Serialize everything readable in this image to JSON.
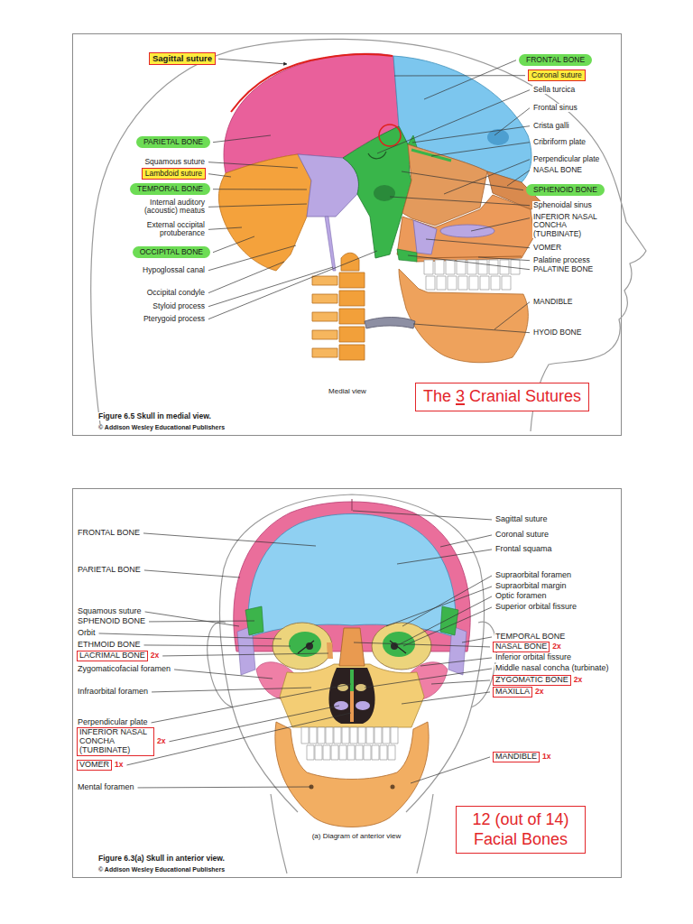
{
  "diagram": {
    "nodes": [
      {
        "text": [
          "Sagittal suture"
        ]
      },
      {
        "text": [
          "FRONTAL BONE"
        ]
      },
      {
        "text": [
          "Coronal suture"
        ]
      },
      {
        "text": [
          "PARIETAL BONE"
        ]
      },
      {
        "text": [
          "Lambdoid suture"
        ]
      },
      {
        "text": [
          "TEMPORAL BONE"
        ]
      },
      {
        "text": [
          "SPHENOID BONE"
        ]
      },
      {
        "text": [
          "OCCIPITAL BONE"
        ]
      },
      {
        "text": [
          "The 3 Cranial Sutures"
        ]
      },
      {
        "text": [
          "LACRIMAL BONE"
        ]
      },
      {
        "text": [
          "NASAL BONE"
        ]
      },
      {
        "text": [
          "ZYGOMATIC BONE"
        ]
      },
      {
        "text": [
          "MAXILLA"
        ]
      },
      {
        "text": [
          "INFERIOR NASAL CONCHA (TURBINATE)"
        ]
      },
      {
        "text": [
          "VOMER"
        ]
      },
      {
        "text": [
          "MANDIBLE"
        ]
      },
      {
        "text": [
          "12 (out of 14) Facial Bones"
        ]
      }
    ],
    "labels": [
      "Squamous suture",
      "Internal auditory (acoustic) meatus",
      "External occipital protuberance",
      "Hypoglossal canal",
      "Occipital condyle",
      "Styloid process",
      "Pterygoid process",
      "Sella turcica",
      "Frontal sinus",
      "Crista galli",
      "Cribriform plate",
      "Perpendicular plate",
      "NASAL BONE",
      "Sphenoidal sinus",
      "INFERIOR NASAL CONCHA (TURBINATE)",
      "VOMER",
      "Palatine process",
      "PALATINE BONE",
      "MANDIBLE",
      "HYOID BONE",
      "Medial view",
      "Figure 6.5 Skull in medial view.",
      "© Addison Wesley Educational Publishers",
      "FRONTAL BONE",
      "PARIETAL BONE",
      "Squamous suture",
      "SPHENOID BONE",
      "Orbit",
      "ETHMOID BONE",
      "2x",
      "Zygomaticofacial foramen",
      "Infraorbital foramen",
      "Perpendicular plate",
      "2x",
      "1x",
      "Mental foramen",
      "Sagittal suture",
      "Coronal suture",
      "Frontal squama",
      "Supraorbital foramen",
      "Supraorbital margin",
      "Optic foramen",
      "Superior orbital fissure",
      "TEMPORAL BONE",
      "2x",
      "Inferior orbital fissure",
      "Middle nasal concha (turbinate)",
      "2x",
      "2x",
      "1x",
      "(a) Diagram of anterior view",
      "Figure 6.3(a) Skull in anterior view.",
      "© Addison Wesley Educational Publishers"
    ]
  }
}
